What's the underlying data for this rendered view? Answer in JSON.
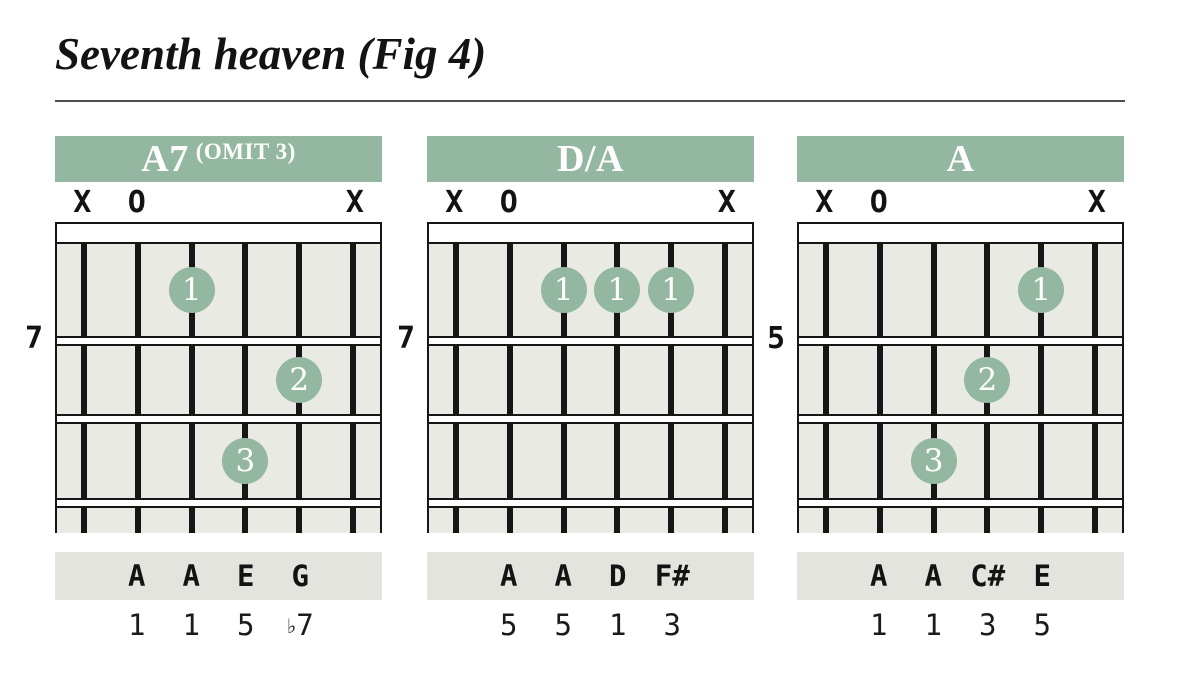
{
  "title": "Seventh heaven (Fig 4)",
  "colors": {
    "header_green": "#93b7a0",
    "finger_dot_green": "#93b7a0",
    "fretboard_gray": "#e9eae3",
    "note_band_gray": "#e3e4dd",
    "ink": "#161616"
  },
  "diagrams": [
    {
      "header": {
        "main": "A7",
        "sup": "(OMIT 3)"
      },
      "fret_label": "7",
      "markers": [
        {
          "string": 1,
          "symbol": "X"
        },
        {
          "string": 2,
          "symbol": "O"
        },
        {
          "string": 6,
          "symbol": "X"
        }
      ],
      "fingers": [
        {
          "string": 3,
          "fret_space": 1,
          "finger": "1"
        },
        {
          "string": 5,
          "fret_space": 2,
          "finger": "2"
        },
        {
          "string": 4,
          "fret_space": 3,
          "finger": "3"
        }
      ],
      "notes": [
        {
          "string": 2,
          "label": "A"
        },
        {
          "string": 3,
          "label": "A"
        },
        {
          "string": 4,
          "label": "E"
        },
        {
          "string": 5,
          "label": "G"
        }
      ],
      "intervals": [
        {
          "string": 2,
          "flat": false,
          "label": "1"
        },
        {
          "string": 3,
          "flat": false,
          "label": "1"
        },
        {
          "string": 4,
          "flat": false,
          "label": "5"
        },
        {
          "string": 5,
          "flat": true,
          "label": "7"
        }
      ]
    },
    {
      "header": {
        "main": "D/A",
        "sup": ""
      },
      "fret_label": "7",
      "markers": [
        {
          "string": 1,
          "symbol": "X"
        },
        {
          "string": 2,
          "symbol": "O"
        },
        {
          "string": 6,
          "symbol": "X"
        }
      ],
      "fingers": [
        {
          "string": 3,
          "fret_space": 1,
          "finger": "1"
        },
        {
          "string": 4,
          "fret_space": 1,
          "finger": "1"
        },
        {
          "string": 5,
          "fret_space": 1,
          "finger": "1"
        }
      ],
      "notes": [
        {
          "string": 2,
          "label": "A"
        },
        {
          "string": 3,
          "label": "A"
        },
        {
          "string": 4,
          "label": "D"
        },
        {
          "string": 5,
          "label": "F#"
        }
      ],
      "intervals": [
        {
          "string": 2,
          "flat": false,
          "label": "5"
        },
        {
          "string": 3,
          "flat": false,
          "label": "5"
        },
        {
          "string": 4,
          "flat": false,
          "label": "1"
        },
        {
          "string": 5,
          "flat": false,
          "label": "3"
        }
      ]
    },
    {
      "header": {
        "main": "A",
        "sup": ""
      },
      "fret_label": "5",
      "markers": [
        {
          "string": 1,
          "symbol": "X"
        },
        {
          "string": 2,
          "symbol": "O"
        },
        {
          "string": 6,
          "symbol": "X"
        }
      ],
      "fingers": [
        {
          "string": 5,
          "fret_space": 1,
          "finger": "1"
        },
        {
          "string": 4,
          "fret_space": 2,
          "finger": "2"
        },
        {
          "string": 3,
          "fret_space": 3,
          "finger": "3"
        }
      ],
      "notes": [
        {
          "string": 2,
          "label": "A"
        },
        {
          "string": 3,
          "label": "A"
        },
        {
          "string": 4,
          "label": "C#"
        },
        {
          "string": 5,
          "label": "E"
        }
      ],
      "intervals": [
        {
          "string": 2,
          "flat": false,
          "label": "1"
        },
        {
          "string": 3,
          "flat": false,
          "label": "1"
        },
        {
          "string": 4,
          "flat": false,
          "label": "3"
        },
        {
          "string": 5,
          "flat": false,
          "label": "5"
        }
      ]
    }
  ]
}
